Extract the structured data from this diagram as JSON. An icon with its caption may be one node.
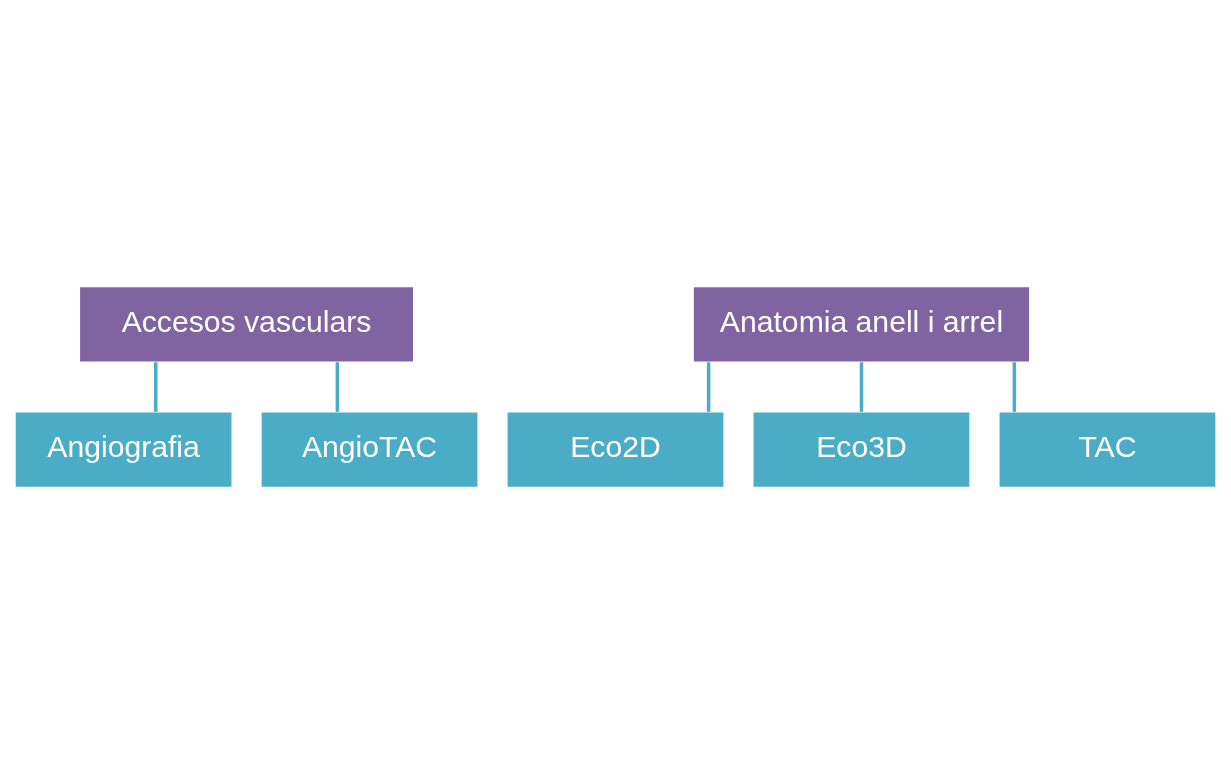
{
  "diagram": {
    "nodes": [
      {
        "text": [
          "Accesos vasculars"
        ]
      },
      {
        "text": [
          "Angiografia"
        ]
      },
      {
        "text": [
          "AngioTAC"
        ]
      },
      {
        "text": [
          "Anatomia anell i arrel"
        ]
      },
      {
        "text": [
          "Eco2D"
        ]
      },
      {
        "text": [
          "Eco3D"
        ]
      },
      {
        "text": [
          "TAC"
        ]
      }
    ],
    "edges": [
      {
        "from": 0,
        "to": 1,
        "arrow": "none"
      },
      {
        "from": 0,
        "to": 2,
        "arrow": "none"
      },
      {
        "from": 3,
        "to": 4,
        "arrow": "none"
      },
      {
        "from": 3,
        "to": 5,
        "arrow": "none"
      },
      {
        "from": 3,
        "to": 6,
        "arrow": "none"
      }
    ]
  }
}
